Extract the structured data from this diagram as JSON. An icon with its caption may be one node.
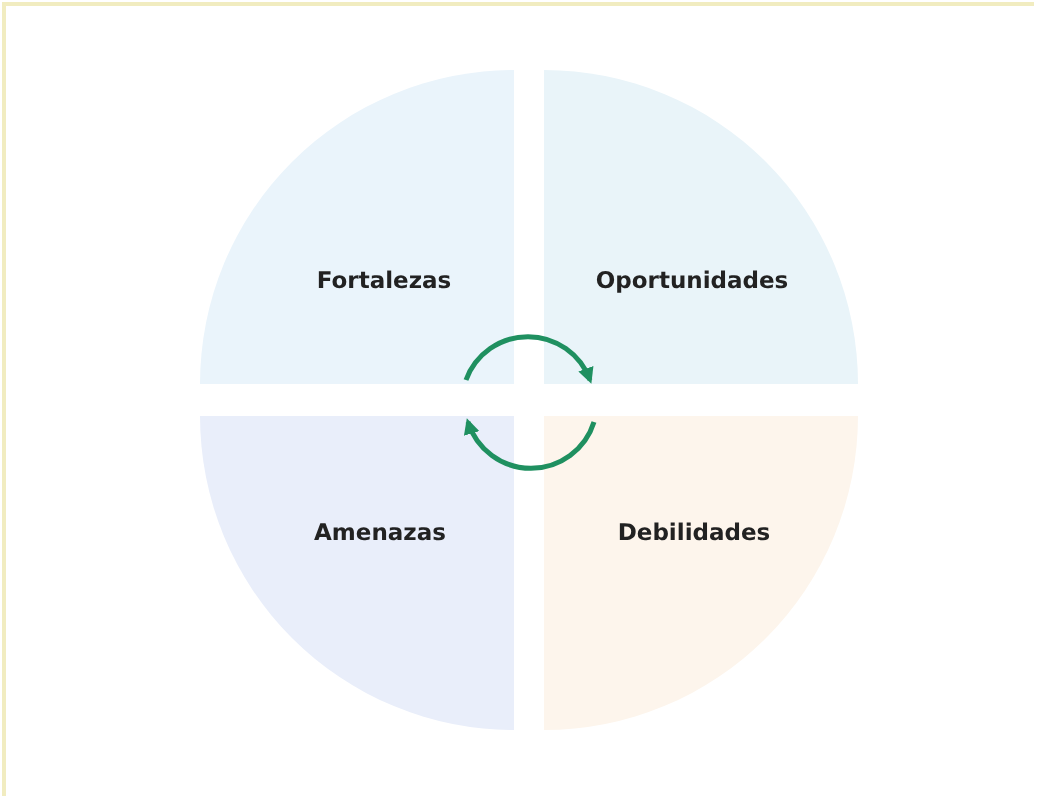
{
  "diagram": {
    "nodes": [
      {
        "text": [
          "Fortalezas"
        ]
      },
      {
        "text": [
          "Oportunidades"
        ]
      },
      {
        "text": [
          "Amenazas"
        ]
      },
      {
        "text": [
          "Debilidades"
        ]
      }
    ],
    "edges": [
      {
        "from": 0,
        "to": 1,
        "arrow": "to"
      },
      {
        "from": 3,
        "to": 2,
        "arrow": "to"
      }
    ]
  }
}
